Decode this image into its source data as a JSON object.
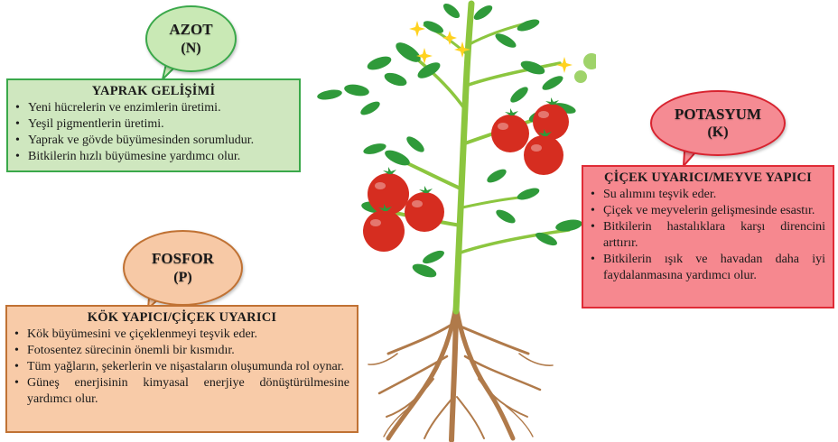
{
  "nitrogen": {
    "name": "AZOT",
    "symbol": "(N)",
    "heading": "YAPRAK GELİŞİMİ",
    "items": [
      "Yeni hücrelerin ve enzimlerin üretimi.",
      "Yeşil pigmentlerin üretimi.",
      "Yaprak ve gövde büyümesinden sorumludur.",
      "Bitkilerin hızlı büyümesine yardımcı olur."
    ]
  },
  "phosphorus": {
    "name": "FOSFOR",
    "symbol": "(P)",
    "heading": "KÖK YAPICI/ÇİÇEK UYARICI",
    "items": [
      "Kök büyümesini ve çiçeklenmeyi teşvik eder.",
      "Fotosentez sürecinin önemli bir kısmıdır.",
      "Tüm yağların, şekerlerin ve nişastaların oluşumunda rol oynar.",
      "Güneş enerjisinin kimyasal enerjiye dönüştürülmesine yardımcı olur."
    ]
  },
  "potassium": {
    "name": "POTASYUM",
    "symbol": "(K)",
    "heading": "ÇİÇEK UYARICI/MEYVE YAPICI",
    "items": [
      "Su alımını teşvik eder.",
      "Çiçek ve meyvelerin gelişmesinde esastır.",
      "Bitkilerin hastalıklara karşı direncini arttırır.",
      "Bitkilerin ışık ve havadan daha iyi faydalanmasına yardımcı olur."
    ]
  },
  "colors": {
    "nitrogen_fill": "#cfe7bf",
    "nitrogen_border": "#3aa84a",
    "phosphorus_fill": "#f8cba8",
    "phosphorus_border": "#c07234",
    "potassium_fill": "#f6888f",
    "potassium_border": "#e02b36",
    "stem": "#8cc63f",
    "tomato": "#d62d20",
    "flower": "#ffd21f",
    "root": "#b07a4a"
  }
}
